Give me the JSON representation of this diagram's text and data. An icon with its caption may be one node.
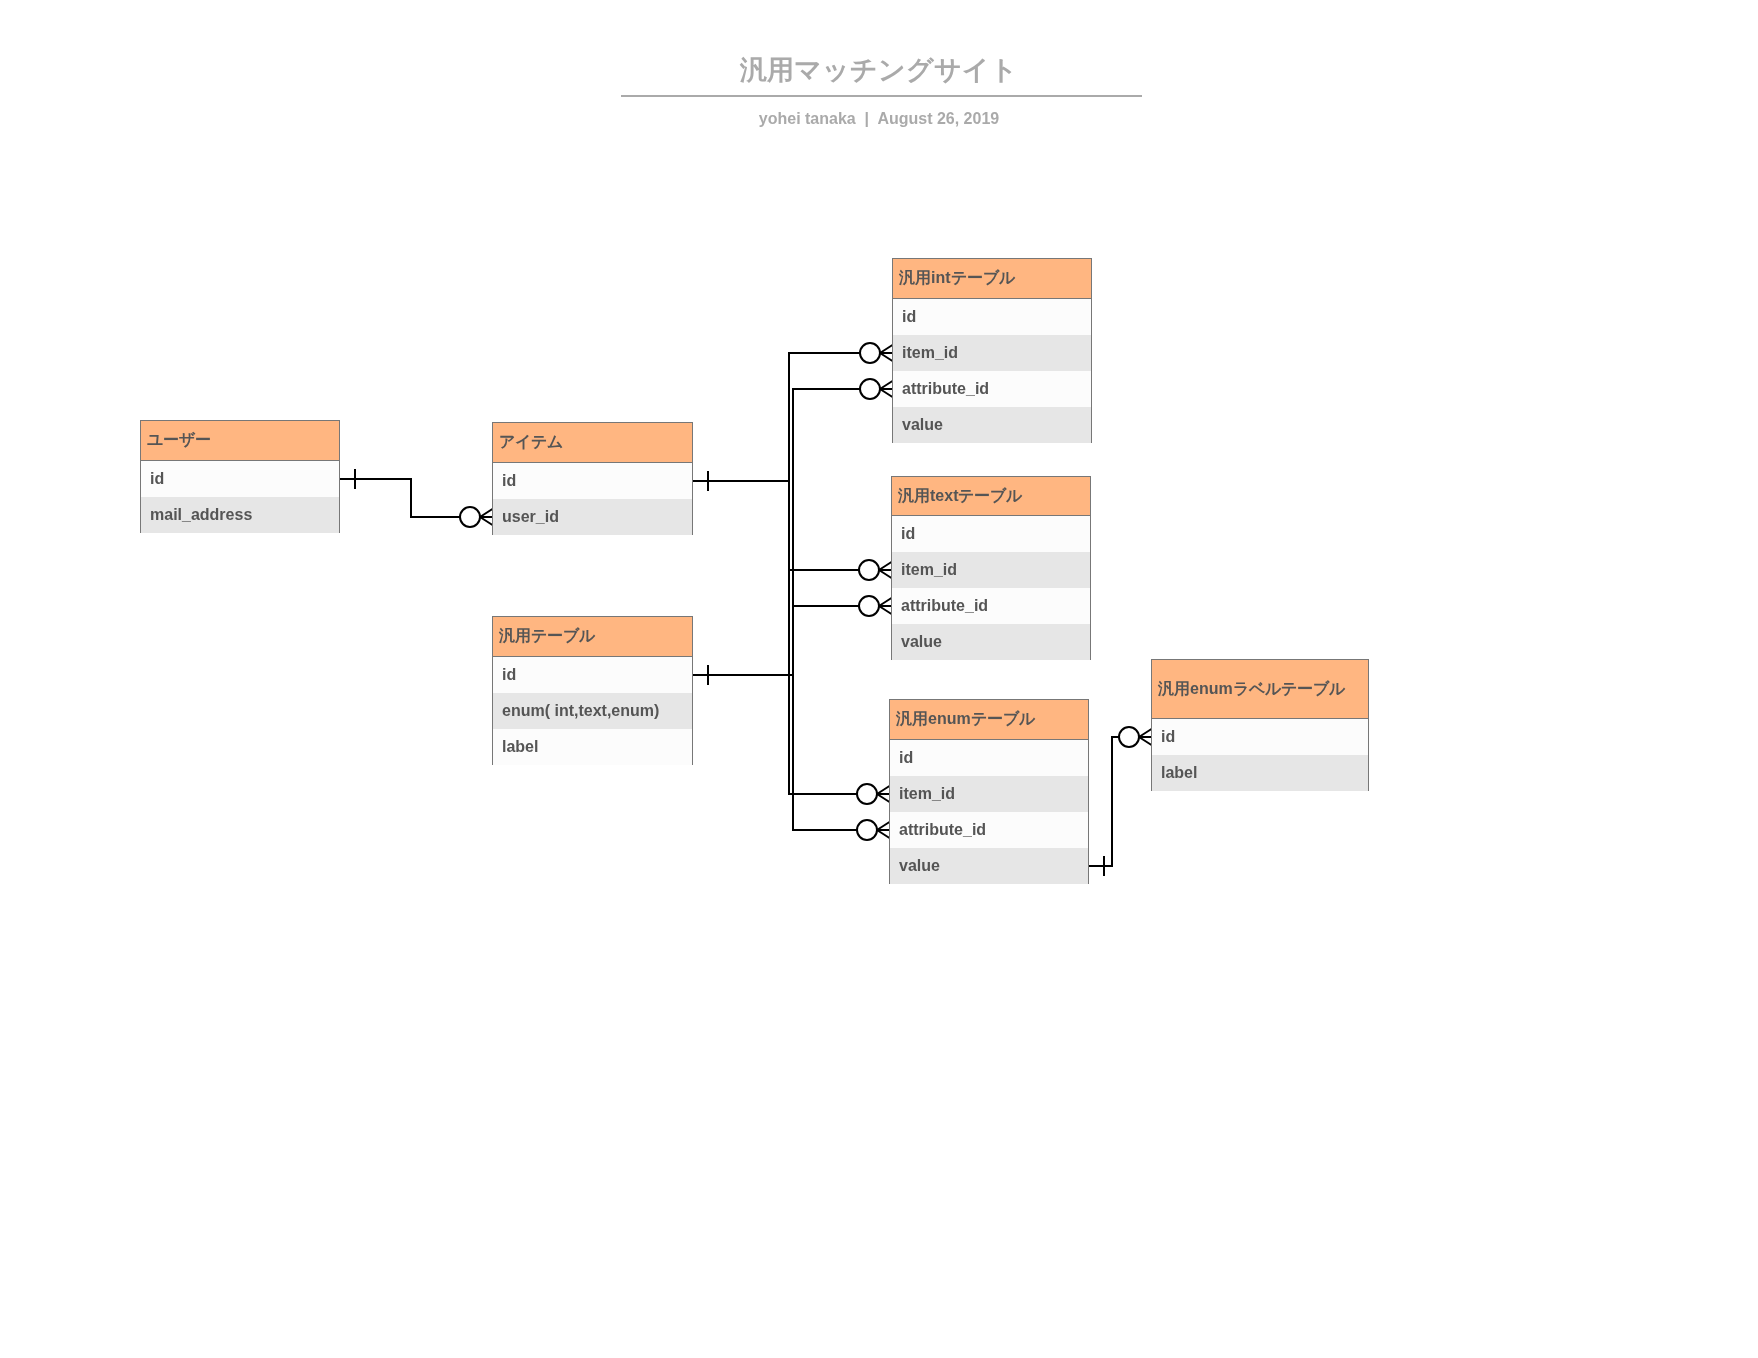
{
  "diagram": {
    "title": "汎用マッチングサイト",
    "nodes": [
      {
        "text": [
          "ユーザー"
        ]
      },
      {
        "text": [
          "id"
        ],
        "in": 0
      },
      {
        "text": [
          "mail_address"
        ],
        "in": 0
      },
      {
        "text": [
          "アイテム"
        ]
      },
      {
        "text": [
          "id"
        ],
        "in": 3
      },
      {
        "text": [
          "user_id"
        ],
        "in": 3
      },
      {
        "text": [
          "汎用テーブル"
        ]
      },
      {
        "text": [
          "id"
        ],
        "in": 6
      },
      {
        "text": [
          "enum( int,text,enum)"
        ],
        "in": 6
      },
      {
        "text": [
          "label"
        ],
        "in": 6
      },
      {
        "text": [
          "汎用intテーブル"
        ]
      },
      {
        "text": [
          "id"
        ],
        "in": 10
      },
      {
        "text": [
          "item_id"
        ],
        "in": 10
      },
      {
        "text": [
          "attribute_id"
        ],
        "in": 10
      },
      {
        "text": [
          "value"
        ],
        "in": 10
      },
      {
        "text": [
          "汎用textテーブル"
        ]
      },
      {
        "text": [
          "id"
        ],
        "in": 15
      },
      {
        "text": [
          "item_id"
        ],
        "in": 15
      },
      {
        "text": [
          "attribute_id"
        ],
        "in": 15
      },
      {
        "text": [
          "value"
        ],
        "in": 15
      },
      {
        "text": [
          "汎用enumテーブル"
        ]
      },
      {
        "text": [
          "id"
        ],
        "in": 20
      },
      {
        "text": [
          "item_id"
        ],
        "in": 20
      },
      {
        "text": [
          "attribute_id"
        ],
        "in": 20
      },
      {
        "text": [
          "value"
        ],
        "in": 20
      },
      {
        "text": [
          "汎用enumラベルテーブル"
        ]
      },
      {
        "text": [
          "id"
        ],
        "in": 25
      },
      {
        "text": [
          "label"
        ],
        "in": 25
      }
    ],
    "edges": [
      {
        "from": 1,
        "to": 5,
        "arrow": "other"
      },
      {
        "from": 4,
        "to": 12,
        "arrow": "other"
      },
      {
        "from": 4,
        "to": 17,
        "arrow": "other"
      },
      {
        "from": 4,
        "to": 22,
        "arrow": "other"
      },
      {
        "from": 7,
        "to": 13,
        "arrow": "other"
      },
      {
        "from": 7,
        "to": 18,
        "arrow": "other"
      },
      {
        "from": 7,
        "to": 23,
        "arrow": "other"
      },
      {
        "from": 24,
        "to": 26,
        "arrow": "other"
      }
    ],
    "labels": [
      "yohei tanaka  |  August 26, 2019"
    ]
  }
}
